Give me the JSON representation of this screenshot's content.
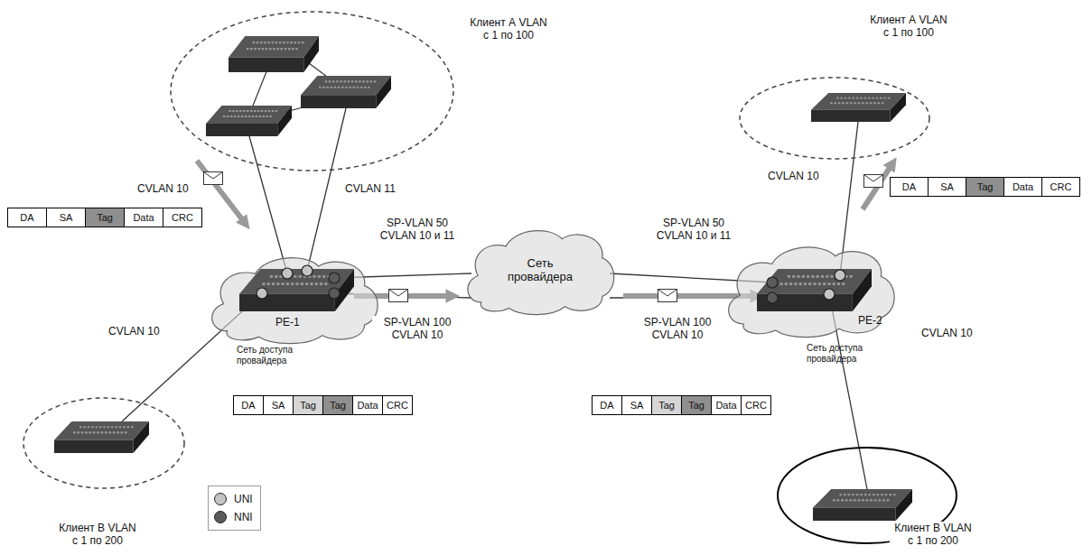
{
  "diagram": {
    "nodes": [
      {
        "text": [
          "Клиент А VLAN с 1 по 100"
        ]
      },
      {
        "text": [
          "Клиент А VLAN с 1 по 100"
        ]
      },
      {
        "text": [
          "PE-1",
          "Сеть доступа провайдера"
        ]
      },
      {
        "text": [
          "Сеть провайдера"
        ]
      },
      {
        "text": [
          "PE-2",
          "Сеть доступа провайдера"
        ]
      },
      {
        "text": [
          "Клиент В VLAN с 1 по 200"
        ]
      },
      {
        "text": [
          "Клиент В VLAN с 1 по 200"
        ]
      }
    ],
    "edges": [
      {
        "from": 0,
        "to": 2,
        "arrow": "none",
        "label": "CVLAN 10"
      },
      {
        "from": 0,
        "to": 2,
        "arrow": "none",
        "label": "CVLAN 11"
      },
      {
        "from": 5,
        "to": 2,
        "arrow": "none",
        "label": "CVLAN 10"
      },
      {
        "from": 2,
        "to": 3,
        "arrow": "none",
        "label": "SP-VLAN 50 CVLAN 10 и 11"
      },
      {
        "from": 2,
        "to": 3,
        "arrow": "none",
        "label": "SP-VLAN 100 CVLAN 10"
      },
      {
        "from": 3,
        "to": 4,
        "arrow": "none",
        "label": "SP-VLAN 50 CVLAN 10 и 11"
      },
      {
        "from": 3,
        "to": 4,
        "arrow": "none",
        "label": "SP-VLAN 100 CVLAN 10"
      },
      {
        "from": 4,
        "to": 1,
        "arrow": "none",
        "label": "CVLAN 10"
      },
      {
        "from": 4,
        "to": 6,
        "arrow": "none",
        "label": "CVLAN 10"
      }
    ],
    "labels": [
      "DA",
      "SA",
      "Tag",
      "Data",
      "CRC",
      "DA",
      "SA",
      "Tag",
      "Data",
      "CRC",
      "DA",
      "SA",
      "Tag",
      "Tag",
      "Data",
      "CRC",
      "DA",
      "SA",
      "Tag",
      "Tag",
      "Data",
      "CRC"
    ],
    "legend": [
      {
        "text": "UNI",
        "color": "#c4c4c4"
      },
      {
        "text": "NNI",
        "color": "#5a5a5a"
      }
    ]
  }
}
